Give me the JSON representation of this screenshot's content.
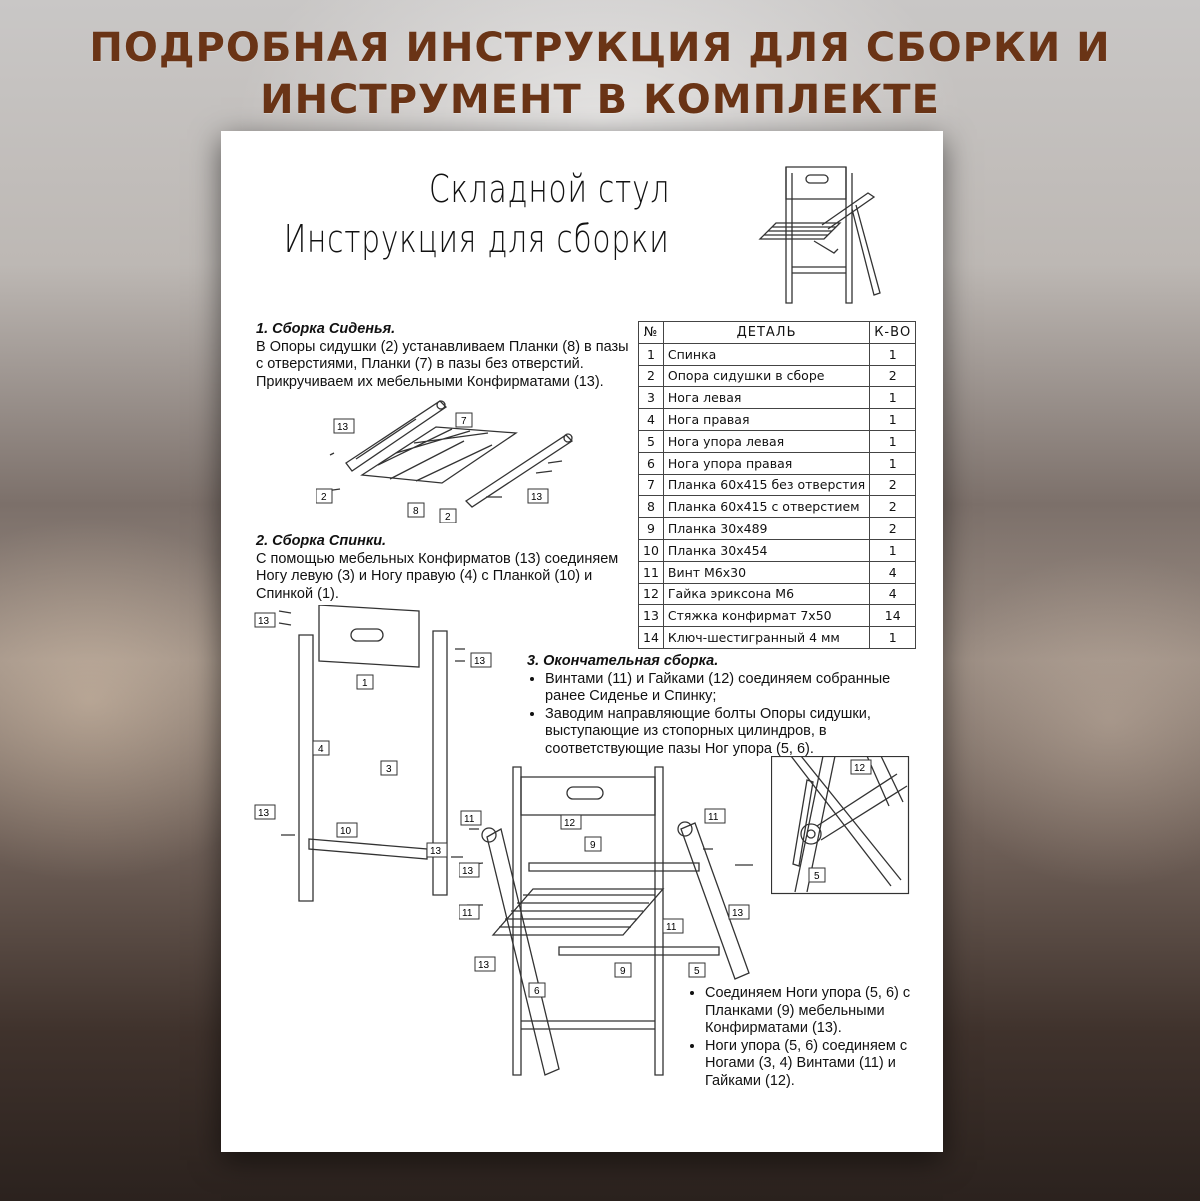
{
  "headline": {
    "line1": "ПОДРОБНАЯ ИНСТРУКЦИЯ ДЛЯ СБОРКИ И",
    "line2": "ИНСТРУМЕНТ В КОМПЛЕКТЕ"
  },
  "sheet": {
    "title_line1": "Складной стул",
    "title_line2": "Инструкция для сборки"
  },
  "section1": {
    "heading": "1. Сборка Сиденья.",
    "text": "В Опоры сидушки (2) устанавливаем Планки (8) в пазы с отверстиями, Планки (7) в пазы без отверстий. Прикручиваем их мебельными Конфирматами (13)."
  },
  "section2": {
    "heading": "2. Сборка Спинки.",
    "text": "С помощью мебельных Конфирматов (13) соединяем Ногу левую (3) и Ногу правую (4) с Планкой (10) и Спинкой (1)."
  },
  "section3": {
    "heading": "3. Окончательная сборка.",
    "bullets": [
      "Винтами (11) и Гайками (12) соединяем собранные ранее Сиденье и Спинку;",
      "Заводим направляющие болты Опоры сидушки, выступающие из стопорных цилиндров, в соответствующие пазы Ног упора (5, 6)."
    ],
    "bullets2": [
      "Соединяем Ноги упора (5, 6) с Планками (9) мебельными Конфирматами (13).",
      "Ноги упора (5, 6) соединяем с Ногами (3, 4) Винтами (11) и Гайками (12)."
    ]
  },
  "table": {
    "headers": [
      "№",
      "ДЕТАЛЬ",
      "К-ВО"
    ],
    "rows": [
      {
        "n": "1",
        "part": "Спинка",
        "qty": "1"
      },
      {
        "n": "2",
        "part": "Опора сидушки в сборе",
        "qty": "2"
      },
      {
        "n": "3",
        "part": "Нога левая",
        "qty": "1"
      },
      {
        "n": "4",
        "part": "Нога правая",
        "qty": "1"
      },
      {
        "n": "5",
        "part": "Нога упора левая",
        "qty": "1"
      },
      {
        "n": "6",
        "part": "Нога упора правая",
        "qty": "1"
      },
      {
        "n": "7",
        "part": "Планка 60х415 без отверстия",
        "qty": "2"
      },
      {
        "n": "8",
        "part": "Планка 60х415 с отверстием",
        "qty": "2"
      },
      {
        "n": "9",
        "part": "Планка 30х489",
        "qty": "2"
      },
      {
        "n": "10",
        "part": "Планка 30х454",
        "qty": "1"
      },
      {
        "n": "11",
        "part": "Винт М6х30",
        "qty": "4"
      },
      {
        "n": "12",
        "part": "Гайка эриксона М6",
        "qty": "4"
      },
      {
        "n": "13",
        "part": "Стяжка конфирмат 7х50",
        "qty": "14"
      },
      {
        "n": "14",
        "part": "Ключ-шестигранный 4 мм",
        "qty": "1"
      }
    ]
  },
  "callouts": {
    "seat": [
      "13",
      "7",
      "2",
      "8",
      "2",
      "13"
    ],
    "back": [
      "13",
      "1",
      "13",
      "4",
      "3",
      "13",
      "10",
      "13"
    ],
    "final": [
      "11",
      "12",
      "9",
      "11",
      "13",
      "11",
      "11",
      "13",
      "13",
      "9",
      "6",
      "5"
    ],
    "detail": [
      "12",
      "5"
    ]
  }
}
